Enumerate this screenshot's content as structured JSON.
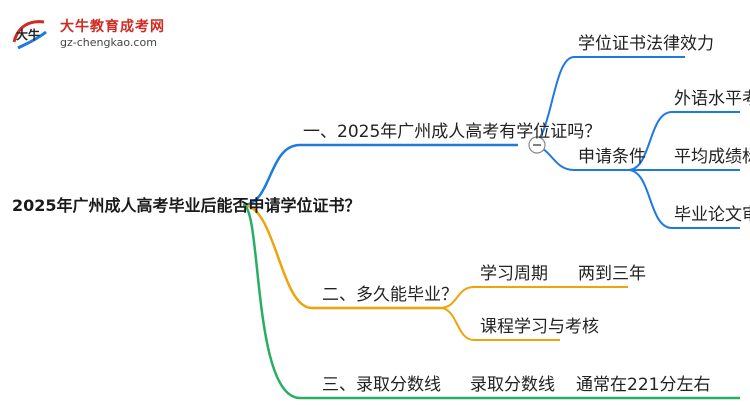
{
  "logo": {
    "title": "大牛教育成考网",
    "url": "gz-chengkao.com",
    "mark_text": "大牛"
  },
  "root": "2025年广州成人高考毕业后能否申请学位证书？",
  "branch1": {
    "title": "一、2025年广州成人高考有学位证吗？",
    "child1": "学位证书法律效力",
    "child2": "申请条件",
    "conditions": [
      "外语水平考试",
      "平均成绩标准",
      "毕业论文审核"
    ]
  },
  "branch2": {
    "title": "二、多久能毕业？",
    "period_label": "学习周期",
    "period_value": "两到三年",
    "study": "课程学习与考核"
  },
  "branch3": {
    "title": "三、录取分数线",
    "score_label": "录取分数线",
    "score_value": "通常在221分左右"
  },
  "colors": {
    "blue": "#1f7ae0",
    "orange": "#f0a30a",
    "green": "#27ae60"
  }
}
